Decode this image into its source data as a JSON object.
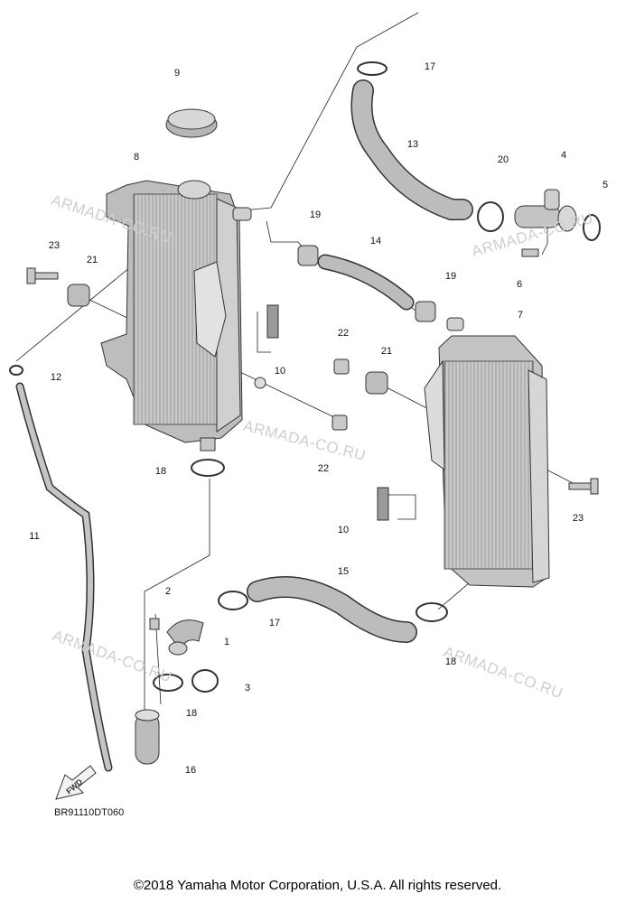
{
  "diagram_code": "BR91110DT060",
  "copyright": "©2018 Yamaha Motor Corporation, U.S.A. All rights reserved.",
  "watermark": "ARMADA-CO.RU",
  "fwd_label": "FWD",
  "part_numbers": {
    "p9": "9",
    "p17a": "17",
    "p13": "13",
    "p8": "8",
    "p20": "20",
    "p4": "4",
    "p5": "5",
    "p19a": "19",
    "p14": "14",
    "p23a": "23",
    "p21a": "21",
    "p6": "6",
    "p19b": "19",
    "p7": "7",
    "p12": "12",
    "p22a": "22",
    "p21b": "21",
    "p10a": "10",
    "p22b": "22",
    "p18a": "18",
    "p11": "11",
    "p23b": "23",
    "p10b": "10",
    "p15": "15",
    "p2": "2",
    "p17b": "17",
    "p1": "1",
    "p18b": "18",
    "p3": "3",
    "p18c": "18",
    "p16": "16"
  }
}
